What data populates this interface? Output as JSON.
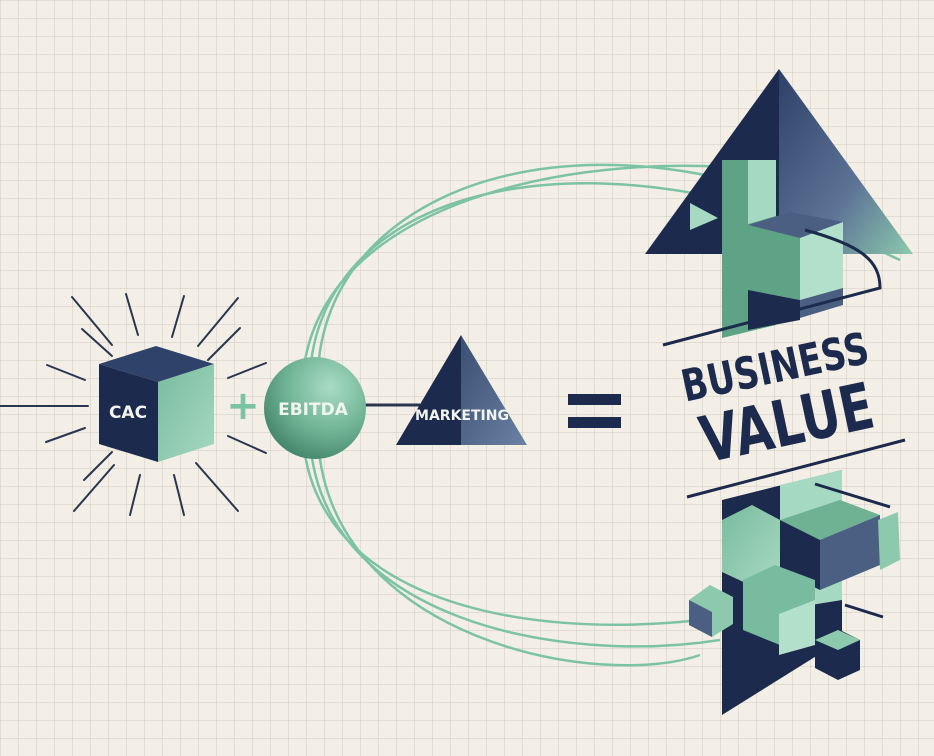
{
  "equation": {
    "term1": {
      "label": "CAC",
      "shape": "cube"
    },
    "operator1": "+",
    "term2": {
      "label": "EBITDA",
      "shape": "sphere"
    },
    "term3": {
      "label": "MARKETING",
      "shape": "pyramid"
    },
    "operator2": "=",
    "result": {
      "line1": "BUSINESS",
      "line2": "VALUE",
      "shape": "arrow-up-with-cubes"
    }
  },
  "colors": {
    "background": "#f3efe6",
    "navy": "#1c2a4d",
    "slate": "#4a5f82",
    "mint": "#8cc9ad",
    "green": "#5fa386",
    "light_mint": "#b3e0cb"
  }
}
